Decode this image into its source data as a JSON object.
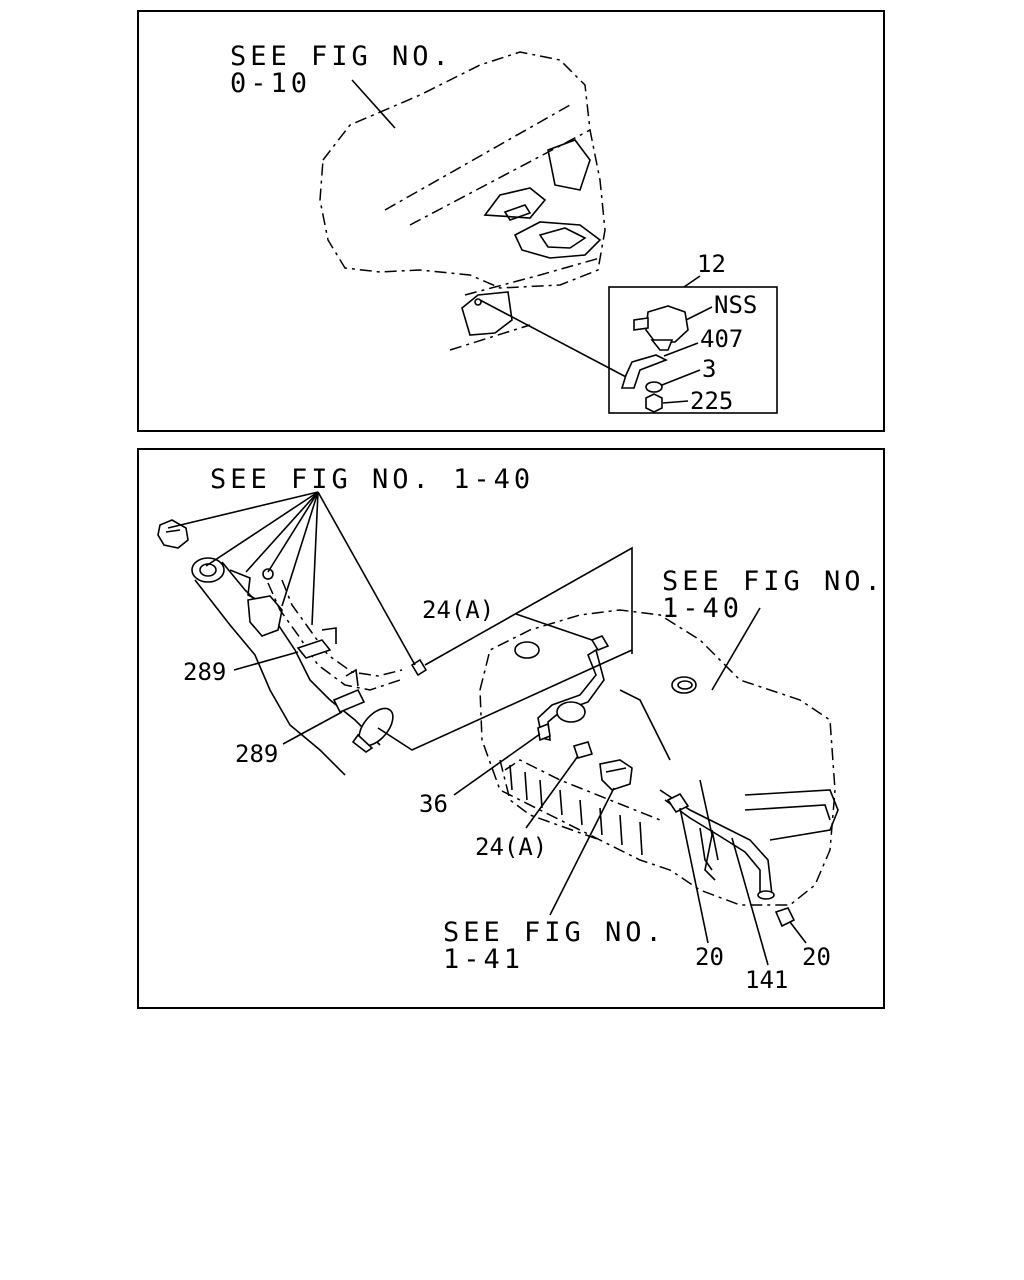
{
  "top_panel": {
    "ref_engine_line1": "SEE FIG NO.",
    "ref_engine_line2": "0-10",
    "callout_12": "12",
    "callout_nss": "NSS",
    "callout_407": "407",
    "callout_3": "3",
    "callout_225": "225"
  },
  "bottom_panel": {
    "ref_filler": "SEE FIG NO. 1-40",
    "ref_tank_line1": "SEE FIG NO.",
    "ref_tank_line2": "1-40",
    "ref_pump_line1": "SEE FIG NO.",
    "ref_pump_line2": "1-41",
    "callout_24a_top": "24(A)",
    "callout_289_upper": "289",
    "callout_289_lower": "289",
    "callout_36": "36",
    "callout_24a_bottom": "24(A)",
    "callout_20_left": "20",
    "callout_141": "141",
    "callout_20_right": "20"
  }
}
